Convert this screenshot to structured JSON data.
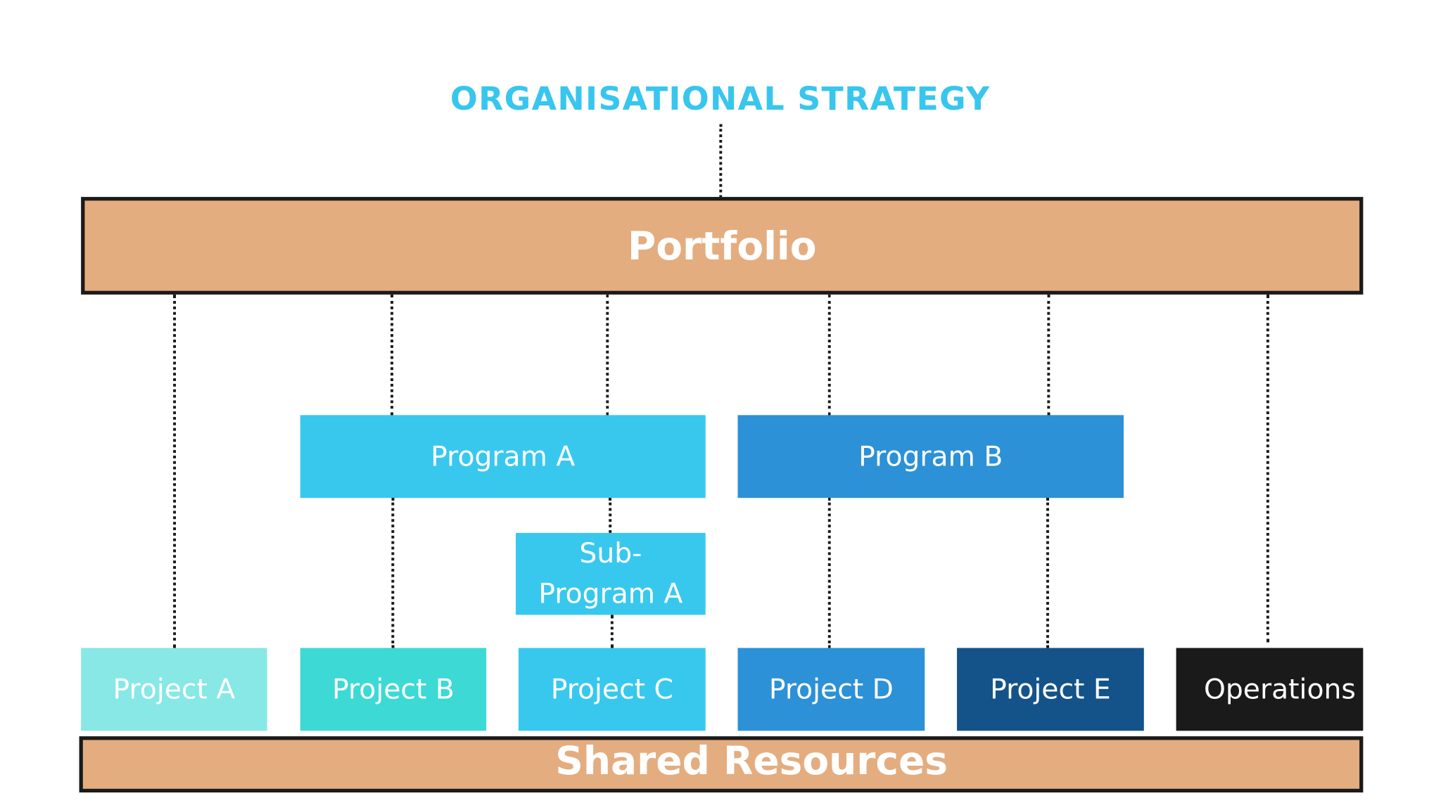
{
  "title": "ORGANISATIONAL STRATEGY",
  "portfolio": {
    "label": "Portfolio",
    "color": "#e4ad80"
  },
  "programs": [
    {
      "label": "Program A",
      "color": "#38c8ee"
    },
    {
      "label": "Program B",
      "color": "#2c91d6"
    }
  ],
  "sub_program": {
    "line1": "Sub-",
    "line2": "Program A",
    "color": "#38c8ee"
  },
  "projects": [
    {
      "label": "Project A",
      "color": "#87e8e6"
    },
    {
      "label": "Project B",
      "color": "#3dd9d5"
    },
    {
      "label": "Project C",
      "color": "#38c8ee"
    },
    {
      "label": "Project D",
      "color": "#2c91d6"
    },
    {
      "label": "Project E",
      "color": "#145389"
    },
    {
      "label": "Operations",
      "color": "#1a1a1a"
    }
  ],
  "shared_resources": {
    "label": "Shared Resources",
    "color": "#e4ad80"
  }
}
